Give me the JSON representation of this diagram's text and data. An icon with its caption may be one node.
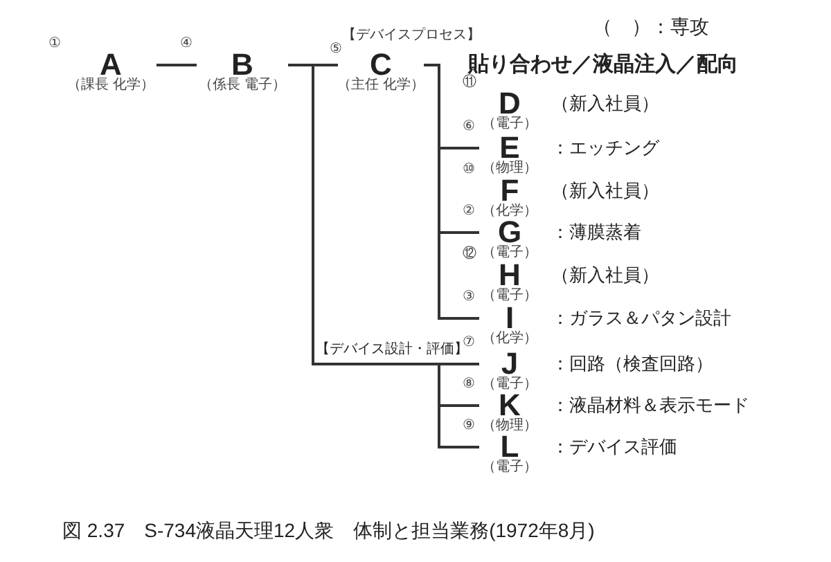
{
  "diagram": {
    "caption": "図 2.37　S-734液晶天理12人衆　体制と担当業務(1972年8月)",
    "nodes": [
      {
        "text": [
          "A",
          "（課長 化学）"
        ],
        "beside": [
          "①"
        ]
      },
      {
        "text": [
          "B",
          "（係長 電子）"
        ],
        "beside": [
          "④"
        ]
      },
      {
        "text": [
          "C",
          "（主任 化学）"
        ],
        "beside": [
          "⑤",
          "【デバイスプロセス】",
          "貼り合わせ／液晶注入／配向"
        ]
      },
      {
        "text": [
          "D",
          "（電子）"
        ],
        "beside": [
          "⑪",
          "（新入社員）"
        ]
      },
      {
        "text": [
          "E",
          "（物理）"
        ],
        "beside": [
          "⑥",
          "：エッチング"
        ]
      },
      {
        "text": [
          "F",
          "（化学）"
        ],
        "beside": [
          "⑩",
          "（新入社員）"
        ]
      },
      {
        "text": [
          "G",
          "（電子）"
        ],
        "beside": [
          "②",
          "：薄膜蒸着"
        ]
      },
      {
        "text": [
          "H",
          "（電子）"
        ],
        "beside": [
          "⑫",
          "（新入社員）"
        ]
      },
      {
        "text": [
          "I",
          "（化学）"
        ],
        "beside": [
          "③",
          "：ガラス＆パタン設計"
        ]
      },
      {
        "text": [
          "J",
          "（電子）"
        ],
        "beside": [
          "⑦",
          "：回路（検査回路）"
        ]
      },
      {
        "text": [
          "K",
          "（物理）"
        ],
        "beside": [
          "⑧",
          "：液晶材料＆表示モード"
        ]
      },
      {
        "text": [
          "L",
          "（電子）"
        ],
        "beside": [
          "⑨",
          "：デバイス評価"
        ]
      }
    ],
    "edges": [
      {
        "from": 0,
        "to": 1,
        "arrow": "none"
      },
      {
        "from": 1,
        "to": 2,
        "arrow": "none"
      },
      {
        "from": 2,
        "to": 4,
        "arrow": "none"
      },
      {
        "from": 2,
        "to": 6,
        "arrow": "none"
      },
      {
        "from": 2,
        "to": 8,
        "arrow": "none"
      },
      {
        "from": 1,
        "to": 9,
        "arrow": "none"
      },
      {
        "from": 1,
        "to": 10,
        "arrow": "none"
      },
      {
        "from": 1,
        "to": 11,
        "arrow": "none"
      }
    ],
    "labels": [
      "（　）：専攻",
      "【デバイス設計・評価】"
    ]
  }
}
